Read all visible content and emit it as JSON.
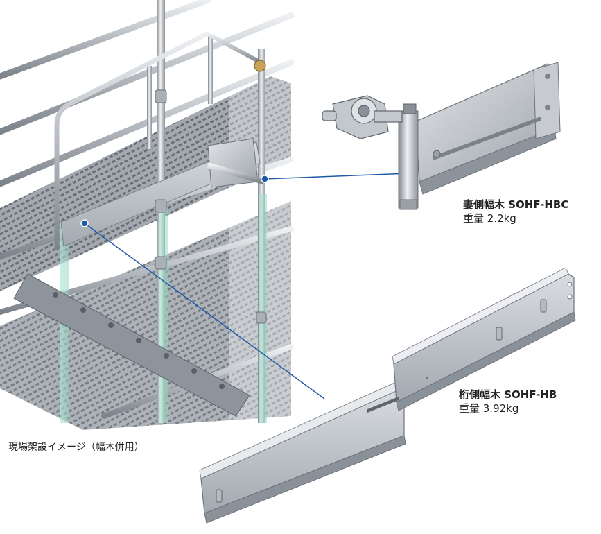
{
  "products": [
    {
      "name": "妻側幅木 SOHF-HBC",
      "weight": "重量 2.2kg"
    },
    {
      "name": "桁側幅木 SOHF-HB",
      "weight": "重量 3.92kg"
    }
  ],
  "caption": "現場架設イメージ（幅木併用）",
  "colors": {
    "pointer": "#1f5aa6",
    "pipe": "#c4c9cf",
    "steel": "#b9bec4",
    "steel_dark": "#8a9097",
    "glass_green": "#9fdcc8"
  }
}
